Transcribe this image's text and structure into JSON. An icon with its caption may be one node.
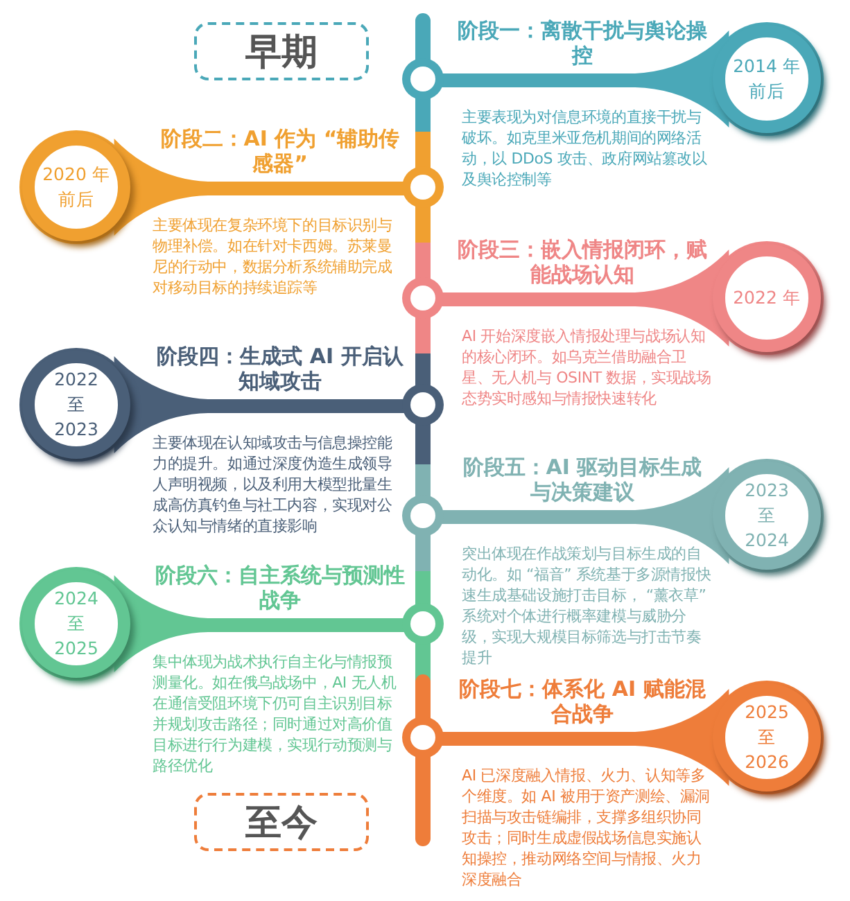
{
  "diagram": {
    "nodes": [
      {
        "text": [
          "早期"
        ]
      },
      {
        "text": [
          "2014 年前后"
        ],
        "beside": [
          "阶段一：离散干扰与舆论操控",
          "主要表现为对信息环境的直接干扰与破坏。如克里米亚危机期间的网络活动，以 DDoS 攻击、政府网站篡改以及舆论控制等"
        ]
      },
      {
        "text": [
          "2020 年前后"
        ],
        "beside": [
          "阶段二：AI 作为 “辅助传感器”",
          "主要体现在复杂环境下的目标识别与物理补偿。如在针对卡西姆。苏莱曼尼的行动中，数据分析系统辅助完成对移动目标的持续追踪等"
        ]
      },
      {
        "text": [
          "2022 年"
        ],
        "beside": [
          "阶段三：嵌入情报闭环，赋能战场认知",
          "AI 开始深度嵌入情报处理与战场认知的核心闭环。如乌克兰借助融合卫星、无人机与 OSINT 数据，实现战场态势实时感知与情报快速转化"
        ]
      },
      {
        "text": [
          "2022 至 2023"
        ],
        "beside": [
          "阶段四：生成式 AI 开启认知域攻击",
          "主要体现在认知域攻击与信息操控能力的提升。如通过深度伪造生成领导人声明视频，以及利用大模型批量生成高仿真钓鱼与社工内容，实现对公众认知与情绪的直接影响"
        ]
      },
      {
        "text": [
          "2023 至 2024"
        ],
        "beside": [
          "阶段五：AI 驱动目标生成与决策建议",
          "突出体现在作战策划与目标生成的自动化。如 “福音” 系统基于多源情报快速生成基础设施打击目标， “薰衣草” 系统对个体进行概率建模与威胁分级，实现大规模目标筛选与打击节奏提升"
        ]
      },
      {
        "text": [
          "2024 至 2025"
        ],
        "beside": [
          "阶段六：自主系统与预测性战争",
          "集中体现为战术执行自主化与情报预测量化。如在俄乌战场中，AI 无人机在通信受阻环境下仍可自主识别目标并规划攻击路径；同时通过对高价值目标进行行为建模，实现行动预测与路径优化"
        ]
      },
      {
        "text": [
          "2025 至 2026"
        ],
        "beside": [
          "阶段七：体系化 AI 赋能混合战争",
          "AI 已深度融入情报、火力、认知等多个维度。如 AI 被用于资产测绘、漏洞扫描与攻击链编排，支撑多组织协同攻击；同时生成虚假战场信息实施认知操控，推动网络空间与情报、火力深度融合"
        ]
      },
      {
        "text": [
          "至今"
        ]
      }
    ]
  }
}
